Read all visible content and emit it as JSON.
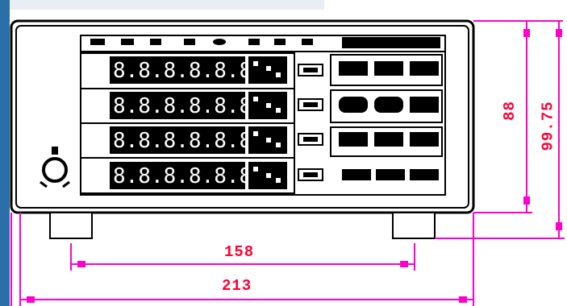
{
  "dimensions": {
    "height_inner": "88",
    "height_outer": "99.75",
    "width_feet": "158",
    "width_total": "213"
  },
  "display": {
    "rows": 4,
    "digit_text": "8.8.8.8.8.8."
  },
  "colors": {
    "outline": "#000000",
    "dimension": "#ff0033",
    "extension": "#ff00cc",
    "left_strip": "#2a6fa8"
  },
  "icons": [
    "knob-icon"
  ]
}
